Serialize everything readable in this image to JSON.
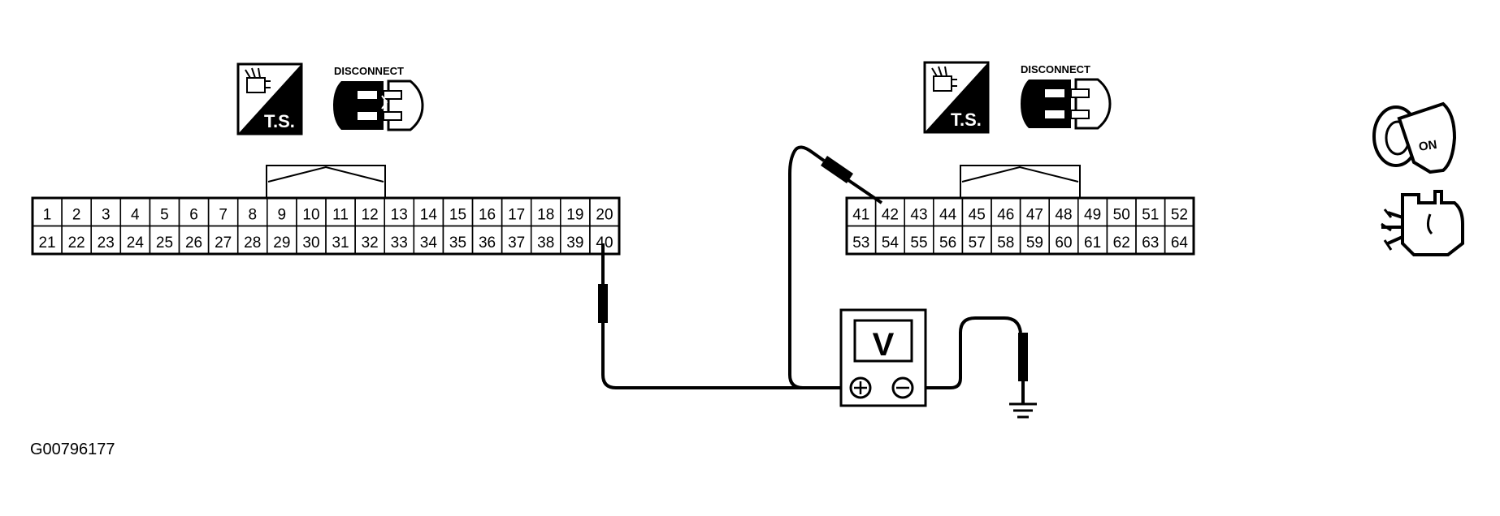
{
  "connector_left": {
    "row1": [
      "1",
      "2",
      "3",
      "4",
      "5",
      "6",
      "7",
      "8",
      "9",
      "10",
      "11",
      "12",
      "13",
      "14",
      "15",
      "16",
      "17",
      "18",
      "19",
      "20"
    ],
    "row2": [
      "21",
      "22",
      "23",
      "24",
      "25",
      "26",
      "27",
      "28",
      "29",
      "30",
      "31",
      "32",
      "33",
      "34",
      "35",
      "36",
      "37",
      "38",
      "39",
      "40"
    ]
  },
  "connector_right": {
    "row1": [
      "41",
      "42",
      "43",
      "44",
      "45",
      "46",
      "47",
      "48",
      "49",
      "50",
      "51",
      "52"
    ],
    "row2": [
      "53",
      "54",
      "55",
      "56",
      "57",
      "58",
      "59",
      "60",
      "61",
      "62",
      "63",
      "64"
    ]
  },
  "left_icons": {
    "ts_label": "T.S.",
    "disconnect_label": "DISCONNECT"
  },
  "right_icons": {
    "ts_label": "T.S.",
    "disconnect_label": "DISCONNECT"
  },
  "meter": {
    "label": "V"
  },
  "ignition": {
    "label": "ON"
  },
  "figure_id": "G00796177",
  "icons": [
    "ts-icon",
    "disconnect-connector-icon",
    "voltmeter-icon",
    "ground-icon",
    "ignition-key-on-icon",
    "engine-icon"
  ]
}
